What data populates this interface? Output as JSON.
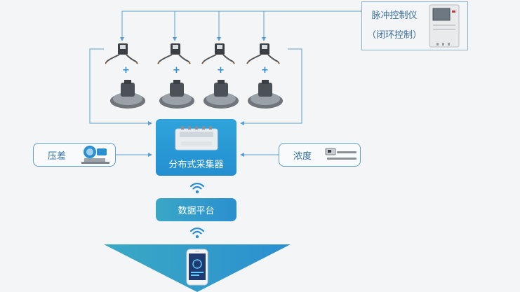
{
  "controller": {
    "title": "脉冲控制仪",
    "subtitle": "（闭环控制）"
  },
  "pressure": {
    "label": "压差"
  },
  "concentration": {
    "label": "浓度"
  },
  "collector": {
    "label": "分布式采集器"
  },
  "platform": {
    "label": "数据平台"
  },
  "valves": {
    "plus_sign": "+"
  },
  "colors": {
    "line": "#5a9fd4",
    "accent_blue": "#2a8fd2",
    "teal": "#3aa7c6",
    "border": "#5f9fcc"
  }
}
